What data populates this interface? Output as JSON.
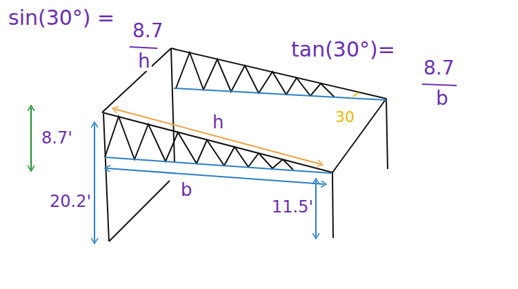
{
  "diagram": {
    "labels": [
      "sin(30°) =",
      "8.7",
      "h",
      "tan(30°)=",
      "8.7",
      "b",
      "h",
      "8.7'",
      "b",
      "20.2'",
      "11.5'",
      "30"
    ]
  }
}
